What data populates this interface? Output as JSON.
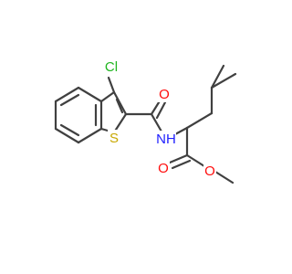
{
  "atoms": {
    "chlorine": {
      "text": "Cl",
      "color": "#1fb51f"
    },
    "sulfur": {
      "text": "S",
      "color": "#c8a800"
    },
    "amide_nitrogen": {
      "text": "NH",
      "color": "#2020ff"
    },
    "amide_oxygen": {
      "text": "O",
      "color": "#ff0d0d"
    },
    "ester_carbonyl_oxygen": {
      "text": "O",
      "color": "#ff0d0d"
    },
    "ester_ether_oxygen": {
      "text": "O",
      "color": "#ff0d0d"
    }
  },
  "bond_color": "#404040"
}
